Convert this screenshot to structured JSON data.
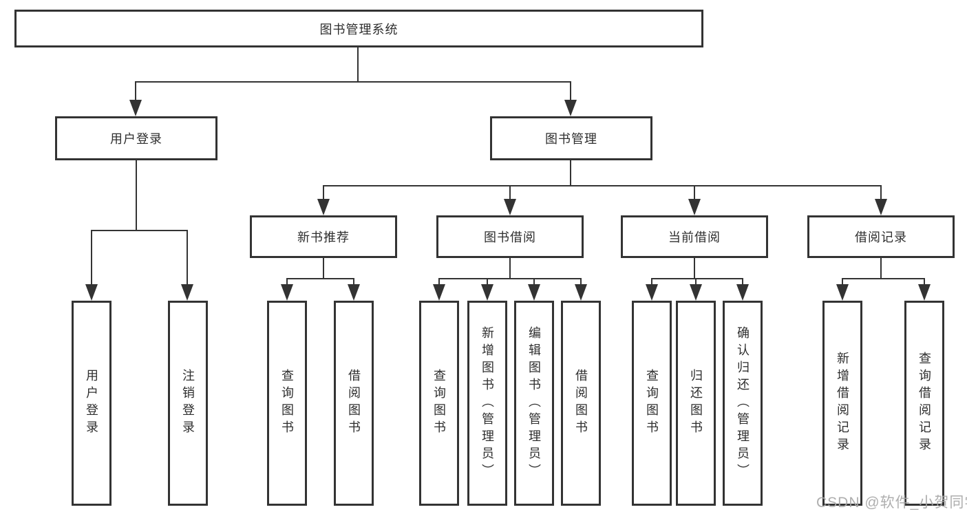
{
  "nodes": {
    "root": {
      "label": "图书管理系统"
    },
    "user_login": {
      "label": "用户登录"
    },
    "book_mgmt": {
      "label": "图书管理"
    },
    "new_book_rec": {
      "label": "新书推荐"
    },
    "book_borrow": {
      "label": "图书借阅"
    },
    "current_borrow": {
      "label": "当前借阅"
    },
    "borrow_records": {
      "label": "借阅记录"
    },
    "leaf_user_login": {
      "label": "用户登录"
    },
    "leaf_logout": {
      "label": "注销登录"
    },
    "leaf_query_book_rec": {
      "label": "查询图书"
    },
    "leaf_borrow_book_rec": {
      "label": "借阅图书"
    },
    "leaf_query_book_borrow": {
      "label": "查询图书"
    },
    "leaf_add_book_admin": {
      "label": "新增图书（管理员）"
    },
    "leaf_edit_book_admin": {
      "label": "编辑图书（管理员）"
    },
    "leaf_borrow_book_borrow": {
      "label": "借阅图书"
    },
    "leaf_query_book_current": {
      "label": "查询图书"
    },
    "leaf_return_book": {
      "label": "归还图书"
    },
    "leaf_confirm_return_admin": {
      "label": "确认归还（管理员）"
    },
    "leaf_add_borrow_record": {
      "label": "新增借阅记录"
    },
    "leaf_query_borrow_record": {
      "label": "查询借阅记录"
    }
  },
  "watermark": "CSDN @软件_小贺同学",
  "chart_data": {
    "type": "tree",
    "title": "图书管理系统",
    "root": {
      "label": "图书管理系统",
      "children": [
        {
          "label": "用户登录",
          "children": [
            {
              "label": "用户登录"
            },
            {
              "label": "注销登录"
            }
          ]
        },
        {
          "label": "图书管理",
          "children": [
            {
              "label": "新书推荐",
              "children": [
                {
                  "label": "查询图书"
                },
                {
                  "label": "借阅图书"
                }
              ]
            },
            {
              "label": "图书借阅",
              "children": [
                {
                  "label": "查询图书"
                },
                {
                  "label": "新增图书（管理员）"
                },
                {
                  "label": "编辑图书（管理员）"
                },
                {
                  "label": "借阅图书"
                }
              ]
            },
            {
              "label": "当前借阅",
              "children": [
                {
                  "label": "查询图书"
                },
                {
                  "label": "归还图书"
                },
                {
                  "label": "确认归还（管理员）"
                }
              ]
            },
            {
              "label": "借阅记录",
              "children": [
                {
                  "label": "新增借阅记录"
                },
                {
                  "label": "查询借阅记录"
                }
              ]
            }
          ]
        }
      ]
    }
  }
}
